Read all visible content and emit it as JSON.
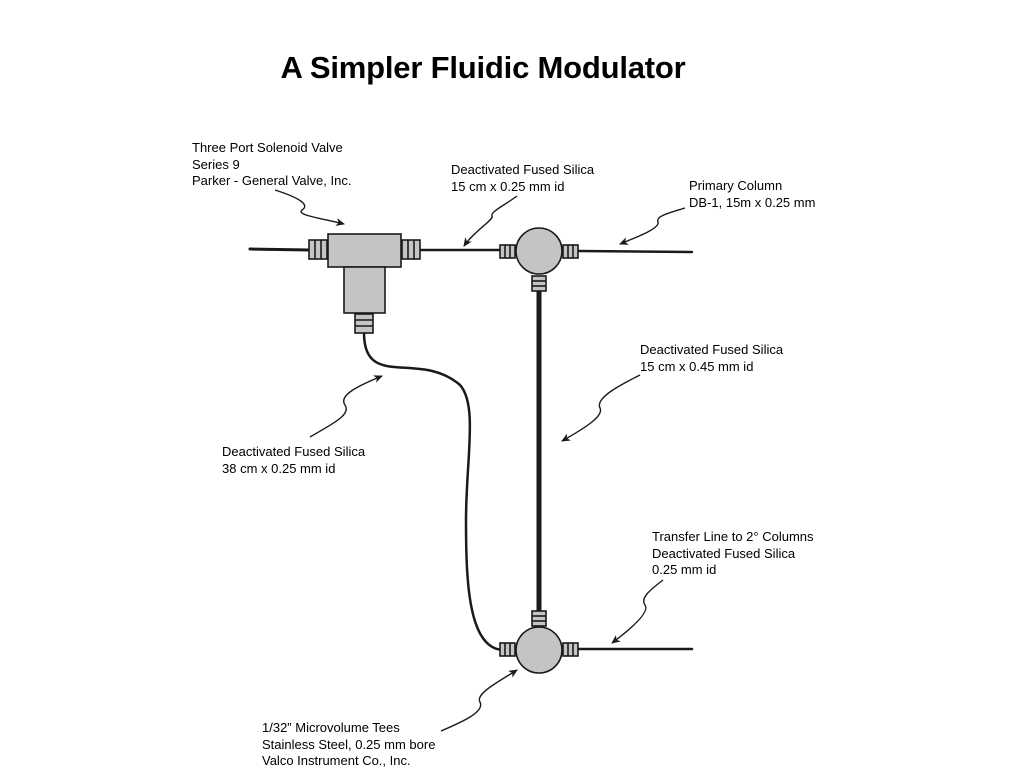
{
  "title": "A Simpler Fluidic Modulator",
  "labels": {
    "solenoid_valve": {
      "lines": [
        "Three Port Solenoid Valve",
        "Series 9",
        "Parker - General Valve, Inc."
      ]
    },
    "fused_silica_top": {
      "lines": [
        "Deactivated Fused Silica",
        "15 cm x 0.25 mm id"
      ]
    },
    "primary_column": {
      "lines": [
        "Primary Column",
        "DB-1, 15m x 0.25 mm"
      ]
    },
    "fused_silica_vertical": {
      "lines": [
        "Deactivated Fused Silica",
        "15 cm x 0.45 mm id"
      ]
    },
    "fused_silica_loop": {
      "lines": [
        "Deactivated Fused Silica",
        "38 cm x 0.25 mm id"
      ]
    },
    "transfer_line": {
      "lines": [
        "Transfer Line to 2° Columns",
        "Deactivated Fused Silica",
        "0.25 mm id"
      ]
    },
    "microvolume_tees": {
      "lines": [
        "1/32” Microvolume Tees",
        "Stainless Steel, 0.25 mm bore",
        "Valco Instrument Co., Inc."
      ]
    }
  },
  "colors": {
    "component_fill": "#c4c4c4",
    "line": "#1a1a1a"
  }
}
